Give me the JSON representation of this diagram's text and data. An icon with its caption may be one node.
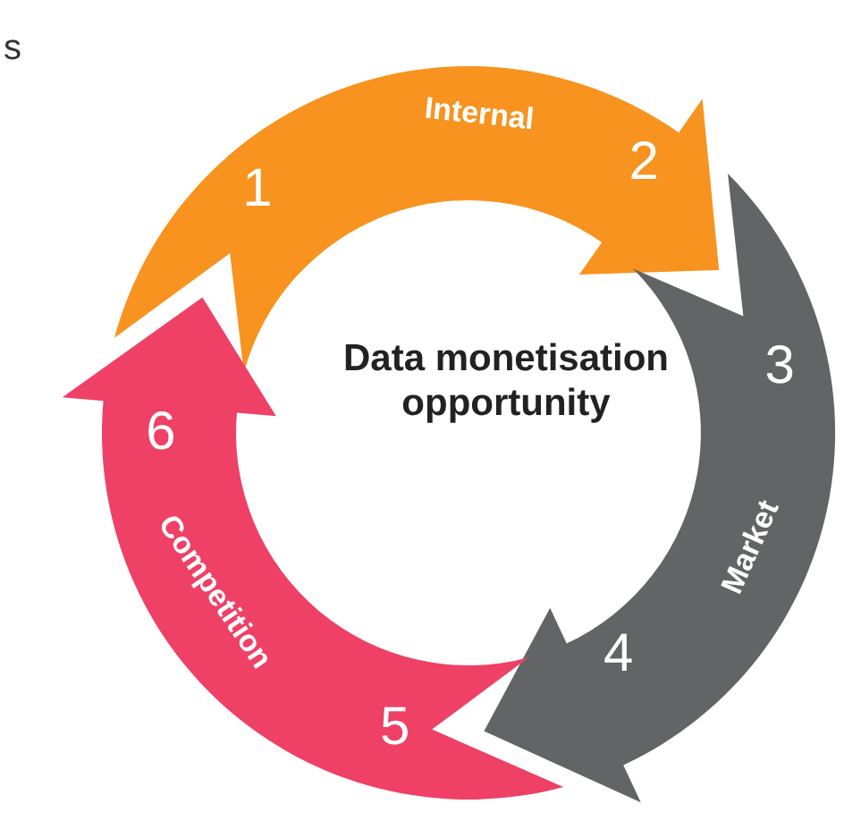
{
  "diagram": {
    "nodes": [
      {
        "text": [
          "Data monetisation opportunity"
        ]
      },
      {
        "text": [
          "1",
          "Internal",
          "2"
        ]
      },
      {
        "text": [
          "3",
          "Market",
          "4"
        ]
      },
      {
        "text": [
          "5",
          "Competition",
          "6"
        ]
      }
    ],
    "labels": [
      "s"
    ]
  }
}
